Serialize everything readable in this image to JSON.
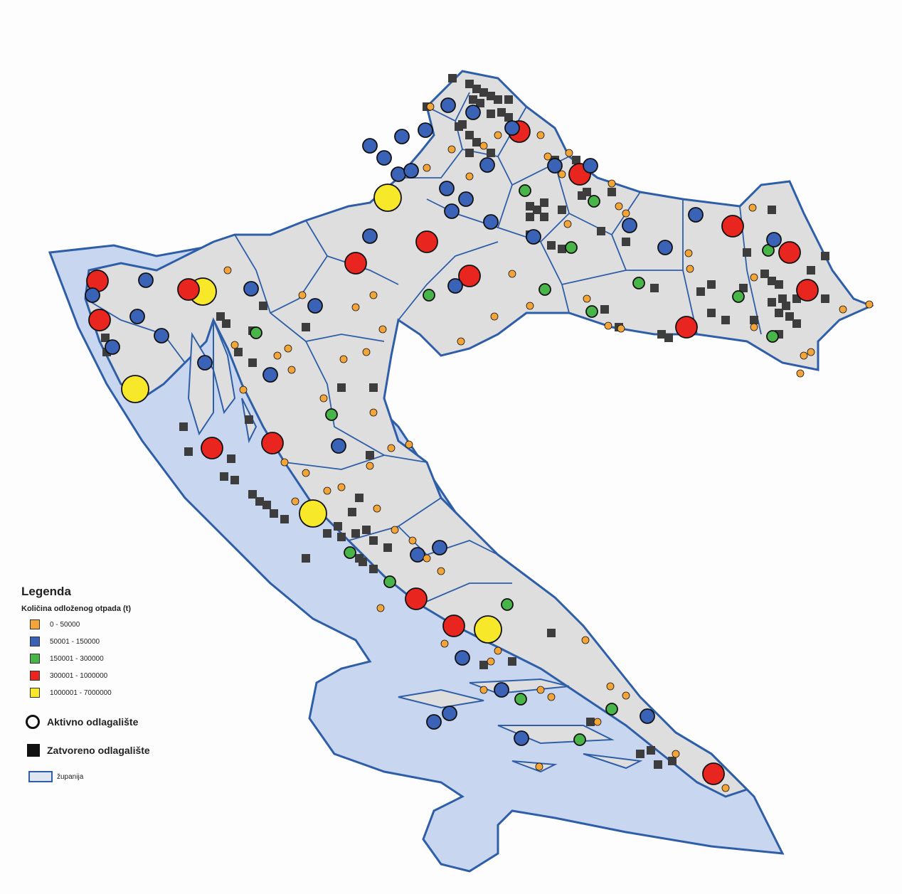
{
  "legend": {
    "title": "Legenda",
    "subtitle": "Količina odloženog otpada (t)",
    "classes": [
      {
        "label": "0 - 50000",
        "color": "#f4a53a"
      },
      {
        "label": "50001 - 150000",
        "color": "#3a63b8"
      },
      {
        "label": "150001 - 300000",
        "color": "#48b548"
      },
      {
        "label": "300001 - 1000000",
        "color": "#e8251e"
      },
      {
        "label": "1000001 - 7000000",
        "color": "#f7e82a"
      }
    ],
    "active_label": "Aktivno odlagalište",
    "closed_label": "Zatvoreno odlagalište",
    "county_label": "županija"
  },
  "map": {
    "land_color": "#dedede",
    "sea_color": "#c8d6ef",
    "border_color": "#2e5ea8",
    "closed_color": "#3d3d3d"
  }
}
